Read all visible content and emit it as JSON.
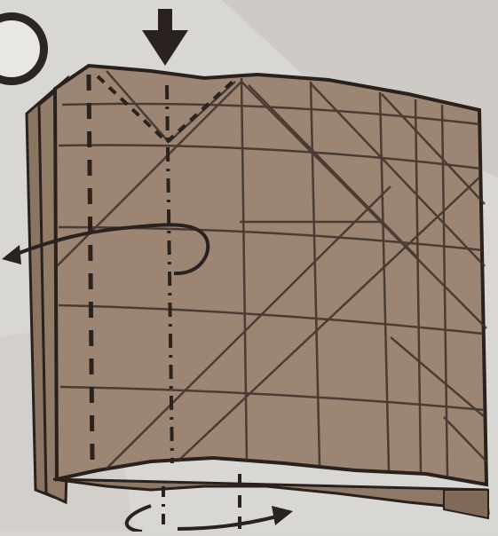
{
  "diagram": {
    "kind": "origami fold diagram",
    "step_number_visible": false,
    "paper_color": "#9c8673",
    "paper_back_color": "#8b7563",
    "crease_color": "#3c302a",
    "outline_color": "#2a211d",
    "arrow_color": "#2a2220",
    "symbols": [
      "push-arrow",
      "valley-fold-line",
      "mountain-fold-line",
      "turn-over-arrow",
      "rotate-arrow"
    ]
  }
}
